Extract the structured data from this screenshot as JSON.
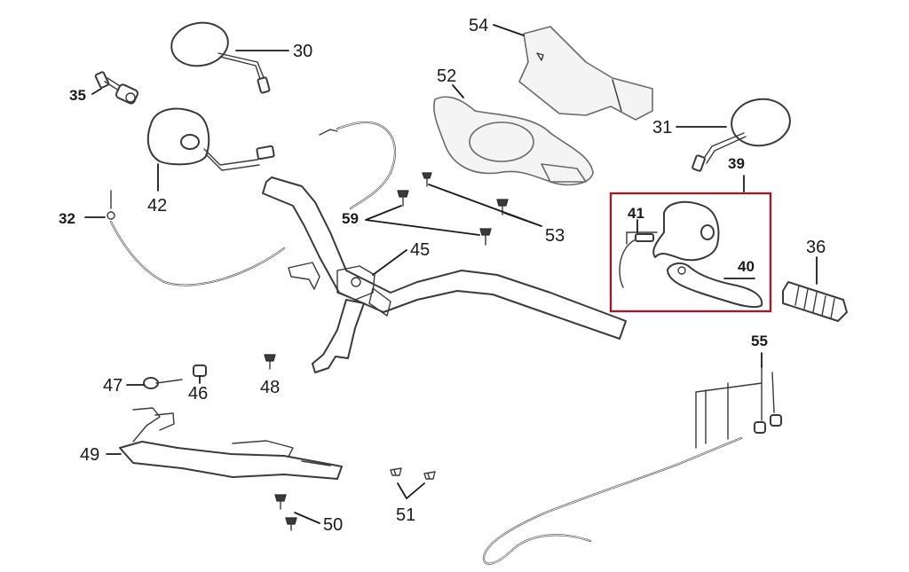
{
  "diagram": {
    "highlight_color": "#9b1c2c",
    "line_color": "#3a3a3a",
    "callouts": {
      "c30": "30",
      "c31": "31",
      "c32": "32",
      "c35": "35",
      "c36": "36",
      "c39": "39",
      "c40": "40",
      "c41": "41",
      "c42": "42",
      "c45": "45",
      "c46": "46",
      "c47": "47",
      "c48": "48",
      "c49": "49",
      "c50": "50",
      "c51": "51",
      "c52": "52",
      "c53": "53",
      "c54": "54",
      "c55": "55",
      "c59": "59"
    }
  }
}
